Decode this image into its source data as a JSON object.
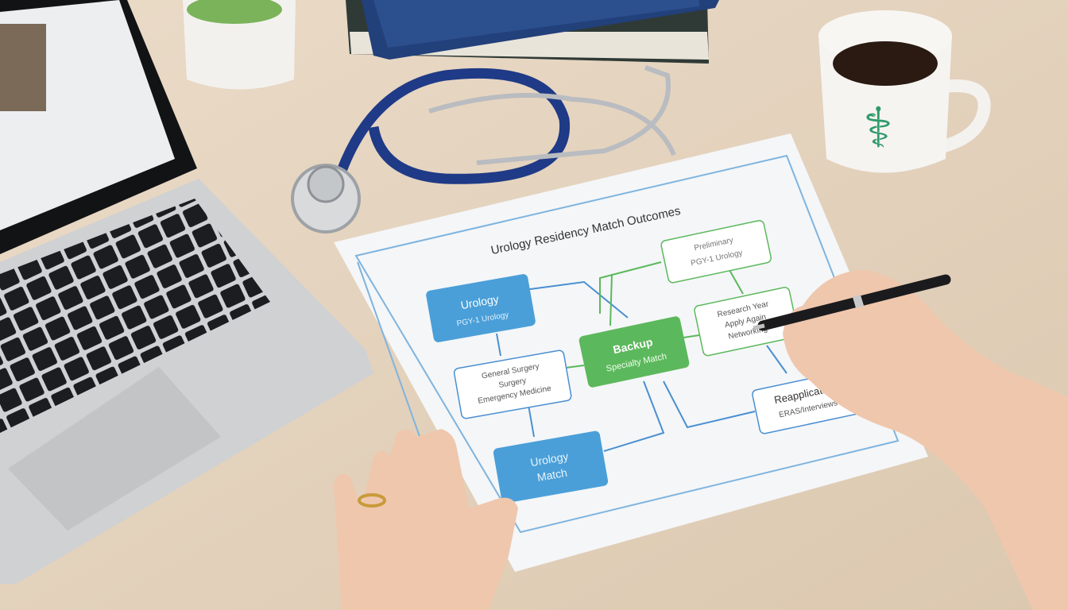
{
  "diagram": {
    "title": "Urology Residency Match Outcomes",
    "boxes": {
      "urology": {
        "line1": "Urology",
        "line2": "PGY-1 Urology"
      },
      "general": {
        "line1": "General Surgery",
        "line2": "Surgery",
        "line3": "Emergency Medicine"
      },
      "urology_match": {
        "line1": "Urology",
        "line2": "Match"
      },
      "backup": {
        "line1": "Backup",
        "line2": "Specialty Match"
      },
      "prelim": {
        "line1": "Preliminary",
        "line2": "PGY-1 Urology"
      },
      "research": {
        "line1": "Research Year",
        "line2": "Apply Again",
        "line3": "Networking"
      },
      "reapplication": {
        "line1": "Reapplication",
        "line2": "ERAS/Interviews"
      }
    }
  },
  "colors": {
    "blue": "#4a9fd8",
    "green": "#5cb85c",
    "desk": "#e6d6c2",
    "paper": "#f4f6f8"
  }
}
